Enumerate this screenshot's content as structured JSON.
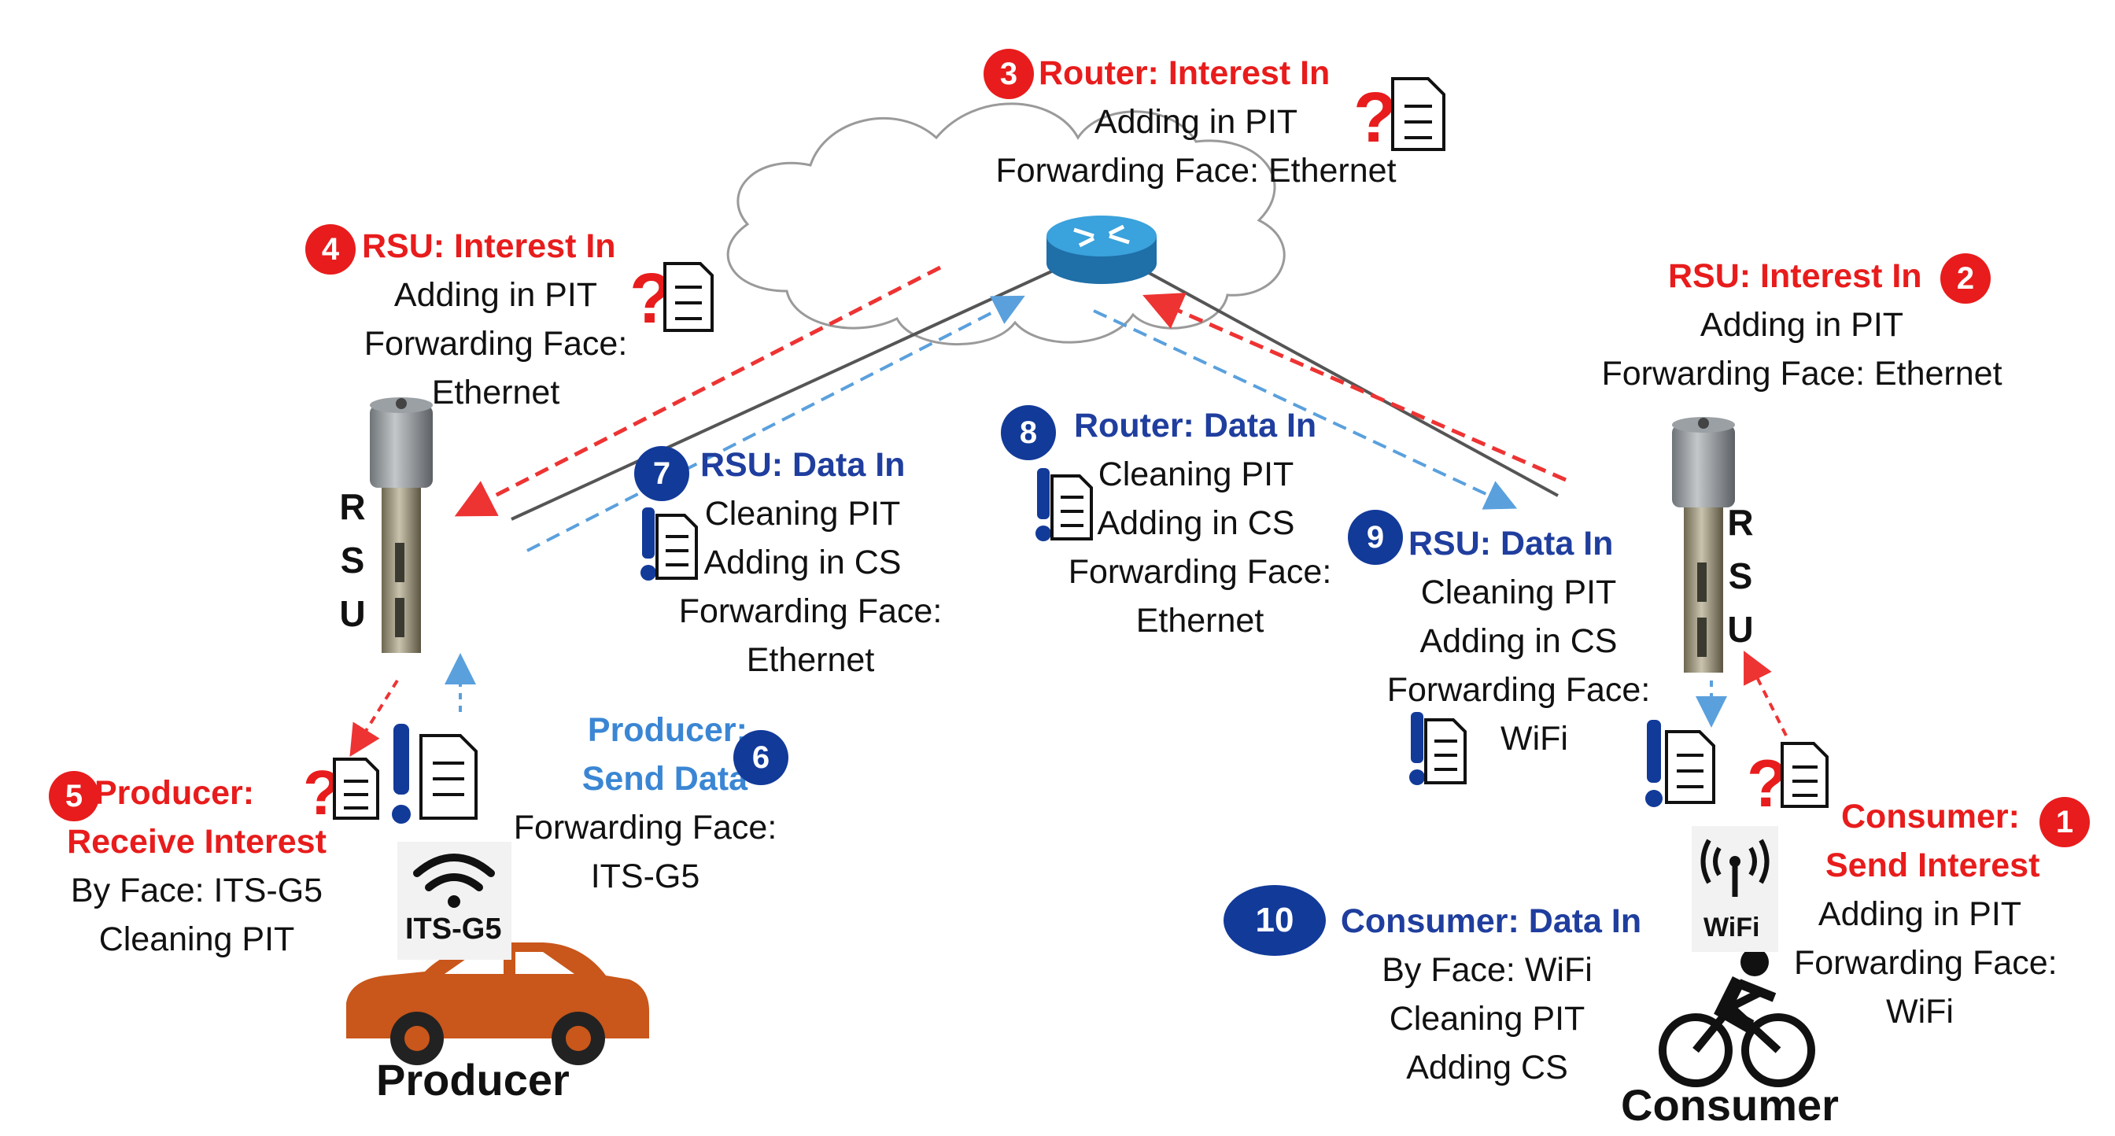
{
  "steps": [
    {
      "number": "1",
      "title": [
        "Consumer:",
        "Send Interest"
      ],
      "details": [
        "Adding in PIT",
        "Forwarding Face:",
        "WiFi"
      ]
    },
    {
      "number": "2",
      "title": [
        "RSU: Interest In"
      ],
      "details": [
        "Adding in PIT",
        "Forwarding Face: Ethernet"
      ]
    },
    {
      "number": "3",
      "title": [
        "Router: Interest In"
      ],
      "details": [
        "Adding in PIT",
        "Forwarding Face: Ethernet"
      ]
    },
    {
      "number": "4",
      "title": [
        "RSU: Interest In"
      ],
      "details": [
        "Adding in PIT",
        "Forwarding Face:",
        "Ethernet"
      ]
    },
    {
      "number": "5",
      "title": [
        "Producer:",
        "Receive Interest"
      ],
      "details": [
        "By Face: ITS-G5",
        "Cleaning PIT"
      ]
    },
    {
      "number": "6",
      "title": [
        "Producer:",
        "Send Data"
      ],
      "details": [
        "Forwarding Face:",
        "ITS-G5"
      ]
    },
    {
      "number": "7",
      "title": [
        "RSU: Data In"
      ],
      "details": [
        "Cleaning PIT",
        "Adding in CS",
        "Forwarding Face:",
        "Ethernet"
      ]
    },
    {
      "number": "8",
      "title": [
        "Router: Data In"
      ],
      "details": [
        "Cleaning PIT",
        "Adding in CS",
        "Forwarding Face:",
        "Ethernet"
      ]
    },
    {
      "number": "9",
      "title": [
        "RSU: Data In"
      ],
      "details": [
        "Cleaning PIT",
        "Adding in CS",
        "Forwarding Face:",
        "WiFi"
      ]
    },
    {
      "number": "10",
      "title": [
        "Consumer: Data In"
      ],
      "details": [
        "By  Face: WiFi",
        "Cleaning PIT",
        "Adding CS"
      ]
    }
  ],
  "rsu_letters": [
    "R",
    "S",
    "U"
  ],
  "entities": {
    "producer": "Producer",
    "consumer": "Consumer"
  },
  "tech_labels": {
    "its_g5": "ITS-G5",
    "wifi": "WiFi"
  },
  "colors": {
    "interest": "#e81c1c",
    "data": "#1f3e9e",
    "data_light": "#3a86d4",
    "arrow_interest": "#ee3333",
    "arrow_data": "#5aa0dd",
    "router": "#2a8fd0",
    "car": "#c9561a"
  },
  "icons": [
    "cloud-icon",
    "router-icon",
    "rsu-pole-icon",
    "interest-document-icon",
    "data-document-icon",
    "wifi-signal-icon",
    "car-icon",
    "cyclist-icon",
    "wifi-antenna-icon"
  ]
}
